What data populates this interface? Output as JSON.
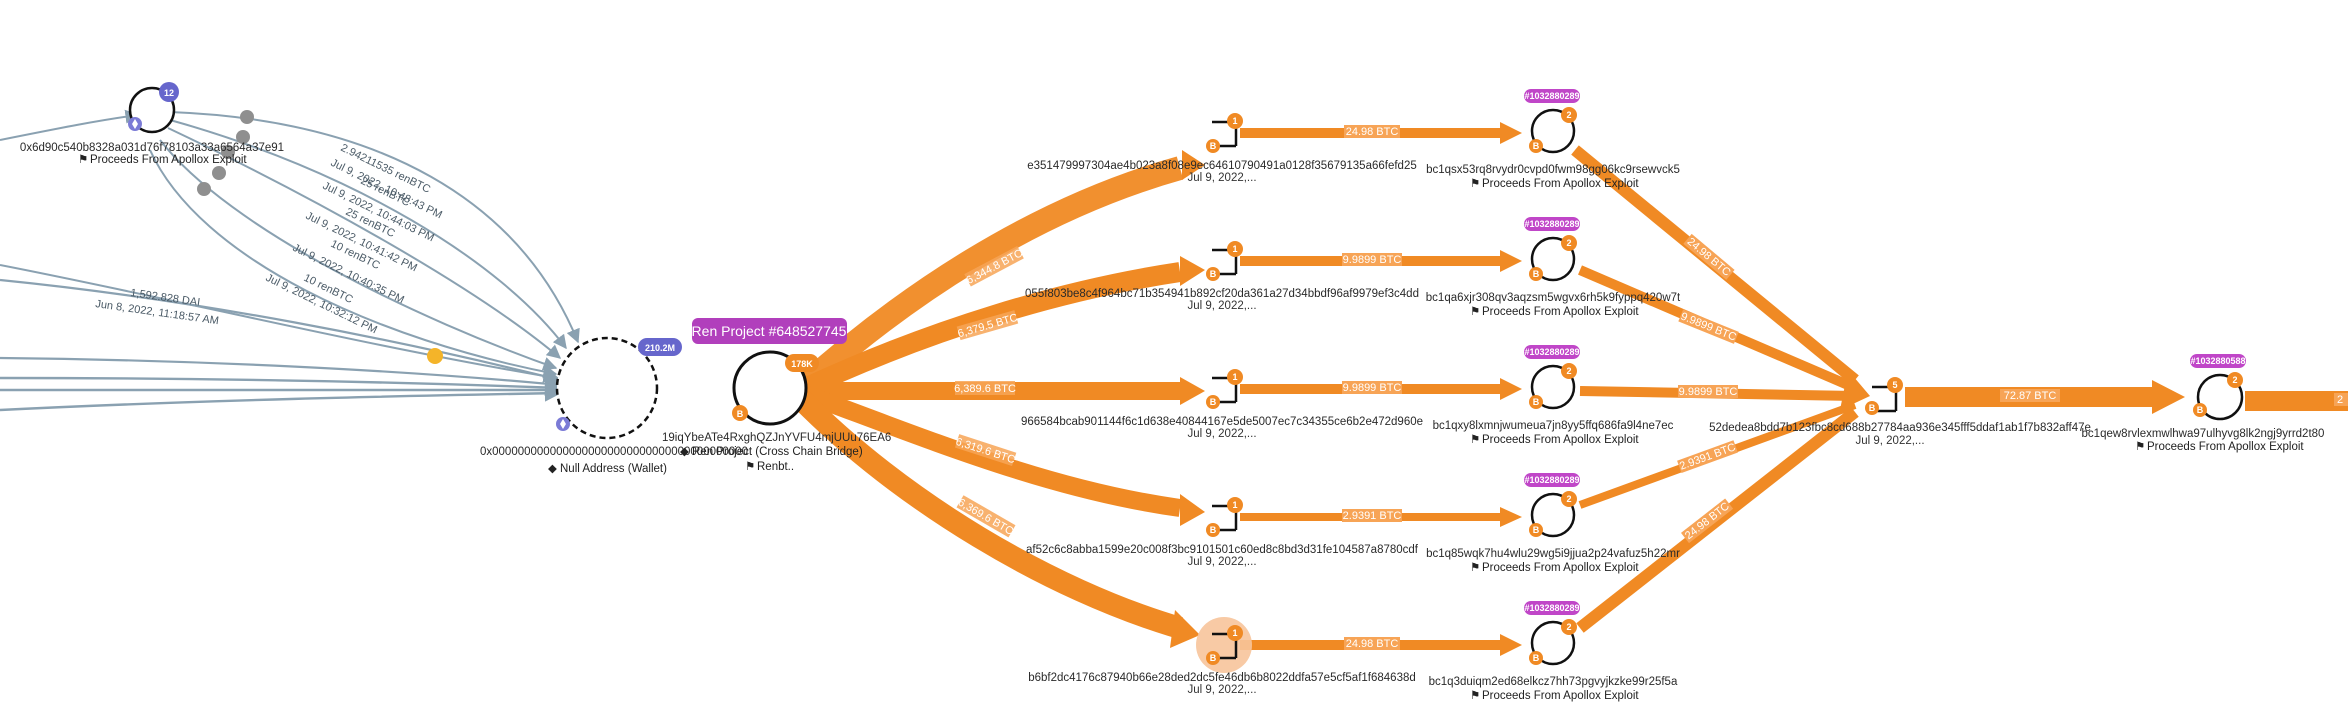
{
  "colors": {
    "orange": "#f08a24",
    "orange_light": "#f9b46a",
    "grey_edge": "#8aa1b1",
    "purple_badge": "#6666cc",
    "magenta_tag": "#c046c8",
    "dark_text": "#2a2a2a",
    "highlight": "#f7c49b"
  },
  "nodes": {
    "src_wallet": {
      "address": "0x6d90c540b8328a031d76f78103a33a6564a37e91",
      "tag": "Proceeds From Apollox Exploit",
      "badge": "12",
      "icon": "ethereum-icon",
      "tag_icon": "flag-icon"
    },
    "null_address": {
      "address": "0x0000000000000000000000000000000000000000",
      "tag": "Null Address (Wallet)",
      "badge": "210.2M",
      "icon": "ethereum-icon",
      "tag_icon": "diamond-icon"
    },
    "ren_bridge": {
      "address": "19iqYbeATe4RxghQZJnYVFU4mjUUu76EA6",
      "tag": "Ren Project (Cross Chain Bridge)",
      "subtag": "Renbt..",
      "badge": "178K",
      "popup": "Ren Project #648527745",
      "icon": "bitcoin-icon"
    },
    "tx1": {
      "hash": "e351479997304ae4b023a8f08e9ec64610790491a0128f35679135a66fefd25",
      "date": "Jul 9, 2022,...",
      "badge": "1"
    },
    "tx2": {
      "hash": "055f803be8c4f964bc71b354941b892cf20da361a27d34bbdf96af9979ef3c4dd",
      "date": "Jul 9, 2022,...",
      "badge": "1"
    },
    "tx3": {
      "hash": "966584bcab901144f6c1d638e40844167e5de5007ec7c34355ce6b2e472d960e",
      "date": "Jul 9, 2022,...",
      "badge": "1"
    },
    "tx4": {
      "hash": "af52c6c8abba1599e20c008f3bc9101501c60ed8c8bd3d31fe104587a8780cdf",
      "date": "Jul 9, 2022,...",
      "badge": "1"
    },
    "tx5": {
      "hash": "b6bf2dc4176c87940b66e28ded2dc5fe46db6b8022ddfa57e5cf5af1f684638d",
      "date": "Jul 9, 2022,...",
      "badge": "1"
    },
    "w1": {
      "address": "bc1qsx53rq8rvydr0cvpd0fwm98gg06kc9rsewvck5",
      "tag": "Proceeds From Apollox Exploit",
      "id_tag": "#1032880289",
      "badge": "2"
    },
    "w2": {
      "address": "bc1qa6xjr308qv3aqzsm5wgvx6rh5k9fyppq420w7t",
      "tag": "Proceeds From Apollox Exploit",
      "id_tag": "#1032880289",
      "badge": "2"
    },
    "w3": {
      "address": "bc1qxy8lxmnjwumeua7jn8yy5ffq686fa9l4ne7ec",
      "tag": "Proceeds From Apollox Exploit",
      "id_tag": "#1032880289",
      "badge": "2"
    },
    "w4": {
      "address": "bc1q85wqk7hu4wlu29wg5i9jjua2p24vafuz5h22mr",
      "tag": "Proceeds From Apollox Exploit",
      "id_tag": "#1032880289",
      "badge": "2"
    },
    "w5": {
      "address": "bc1q3duiqm2ed68elkcz7hh73pgvyjkzke99r25f5a",
      "tag": "Proceeds From Apollox Exploit",
      "id_tag": "#1032880289",
      "badge": "2"
    },
    "merge_tx": {
      "hash": "52dedea8bdd7b123fbc8cd688b27784aa936e345fff5ddaf1ab1f7b832aff47e",
      "date": "Jul 9, 2022,...",
      "badge": "5"
    },
    "final_wallet": {
      "address": "bc1qew8rvlexmwlhwa97ulhyvg8lk2ngj9yrrd2t80",
      "tag": "Proceeds From Apollox Exploit",
      "id_tag": "#1032880588",
      "badge": "2"
    }
  },
  "edges": {
    "src_to_null": [
      {
        "amount": "2.94211535 renBTC",
        "date": "Jul 9, 2022, 10:48:43 PM"
      },
      {
        "amount": "25 renBTC",
        "date": "Jul 9, 2022, 10:44:03 PM"
      },
      {
        "amount": "25 renBTC",
        "date": "Jul 9, 2022, 10:41:42 PM"
      },
      {
        "amount": "10 renBTC",
        "date": "Jul 9, 2022, 10:40:35 PM"
      },
      {
        "amount": "10 renBTC",
        "date": "Jul 9, 2022, 10:32:12 PM"
      }
    ],
    "dai_edge": {
      "amount": "1,592.828 DAI",
      "date": "Jun 8, 2022, 11:18:57 AM"
    },
    "bridge_out": [
      "6,344.8 BTC",
      "6,379.5 BTC",
      "6,389.6 BTC",
      "6,319.6 BTC",
      "6,369.6 BTC"
    ],
    "tx_to_wallet": [
      "24.98 BTC",
      "9.9899 BTC",
      "9.9899 BTC",
      "2.9391 BTC",
      "24.98 BTC"
    ],
    "wallet_to_merge": [
      "24.98 BTC",
      "9.9899 BTC",
      "9.9899 BTC",
      "2.9391 BTC",
      "24.98 BTC"
    ],
    "merge_out": "72.87 BTC",
    "final_out": "2"
  }
}
